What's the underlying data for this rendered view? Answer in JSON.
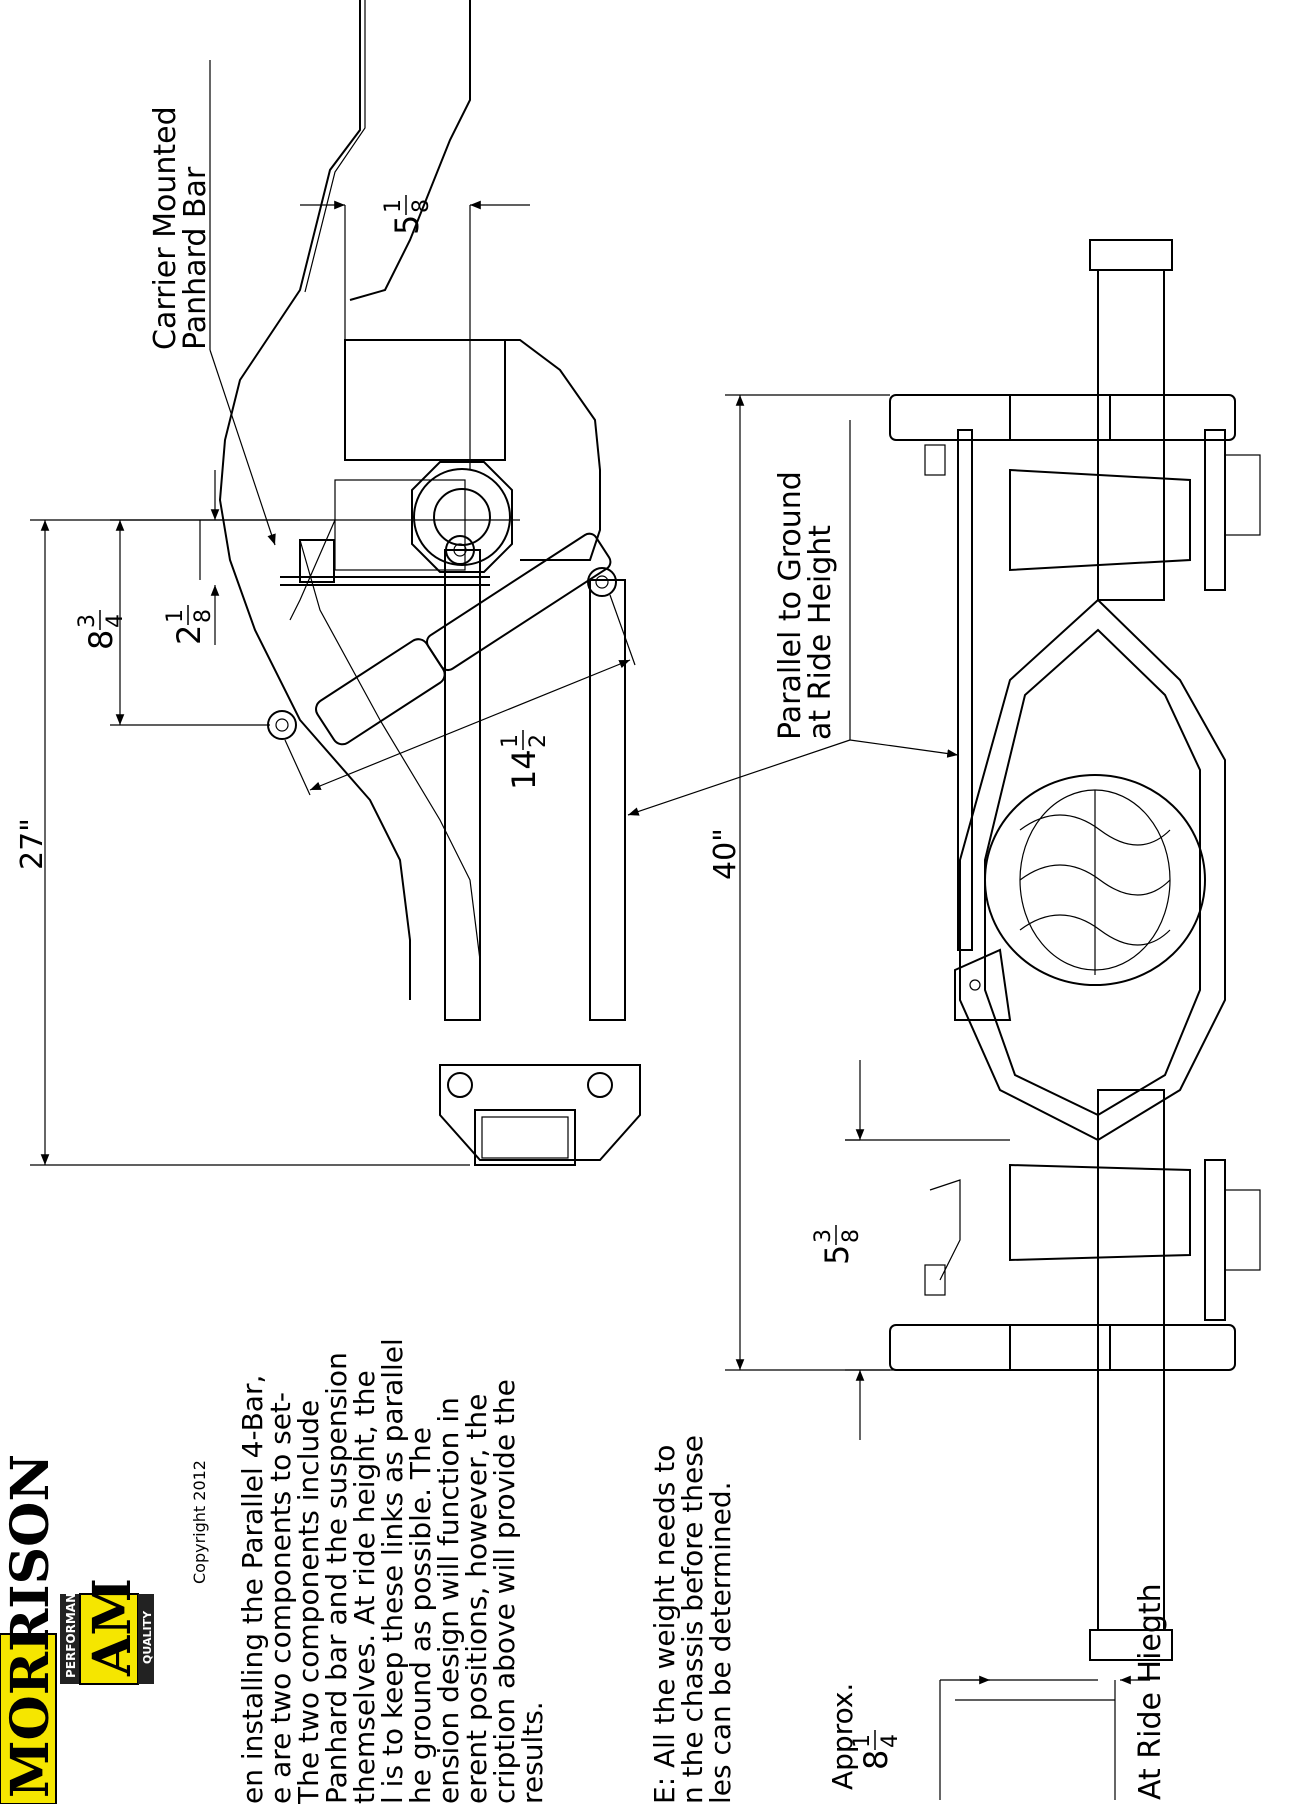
{
  "brand": {
    "name": "MORRISON",
    "badge_top": "PERFORMANCE",
    "badge_main": "AM",
    "badge_bottom": "QUALITY",
    "colors": {
      "yellow": "#f5e600",
      "dark": "#222222"
    }
  },
  "copyright": "Copyright 2012",
  "notes": {
    "paragraph": [
      "en installing the Parallel 4-Bar,",
      "e are two components to set-",
      " The two components include",
      "Panhard bar and the suspension",
      " themselves.  At ride height, the",
      "l is to keep these links as parallel",
      "he ground as possible.  The",
      "ension design will function in",
      "erent positions, however, the",
      "cription above will provide the",
      " results."
    ],
    "note": [
      "E: All the weight needs to",
      "n the chassis before these",
      "les can be determined."
    ]
  },
  "side_view": {
    "overall_length": "27\"",
    "shock_length": {
      "whole": "14",
      "num": "1",
      "den": "2"
    },
    "link_spacing": {
      "whole": "8",
      "num": "3",
      "den": "4"
    },
    "offset_small": {
      "whole": "2",
      "num": "1",
      "den": "8"
    },
    "offset_top": {
      "whole": "5",
      "num": "1",
      "den": "8"
    },
    "label_panhard": [
      "Carrier Mounted",
      "Panhard Bar"
    ],
    "label_parallel": [
      "Parallel to Ground",
      "at Ride Height"
    ]
  },
  "top_view": {
    "width": "40\"",
    "bracket_offset": {
      "whole": "5",
      "num": "3",
      "den": "8"
    },
    "ride_height": {
      "prefix": "Approx.",
      "whole": "8",
      "num": "1",
      "den": "4"
    },
    "ride_label": "At Ride Hiegth"
  }
}
